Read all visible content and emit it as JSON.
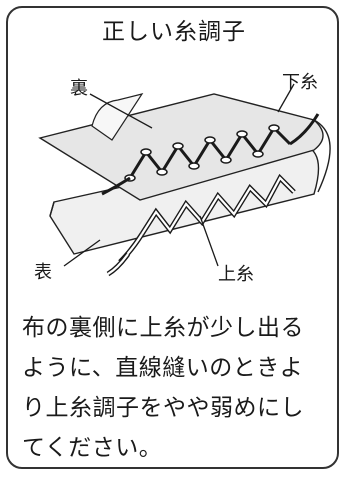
{
  "title": "正しい糸調子",
  "labels": {
    "back_side": "裏",
    "bobbin_thread": "下糸",
    "front_side": "表",
    "needle_thread": "上糸"
  },
  "body_lines": [
    "布の裏側に上糸が少し出る",
    "ように、直線縫いのときよ",
    "り上糸調子をやや弱めにし",
    "てください。"
  ],
  "colors": {
    "border": "#333333",
    "fabric": "#e9e9e9",
    "thread": "#1a1a1a"
  }
}
